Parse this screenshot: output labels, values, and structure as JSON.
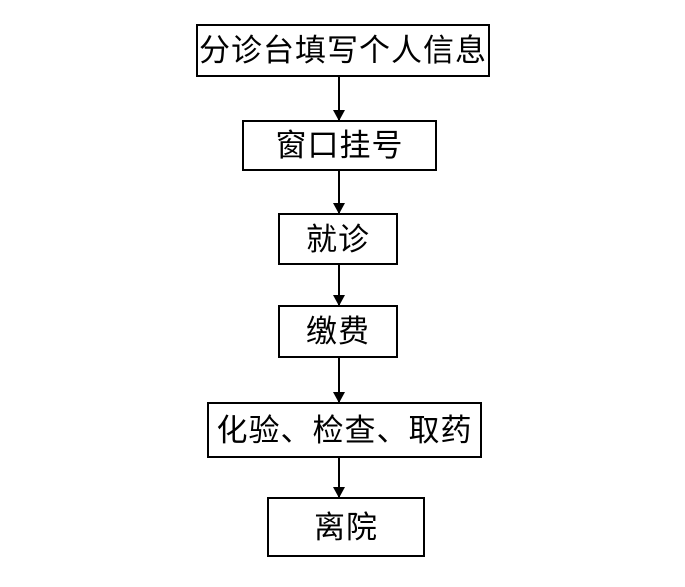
{
  "diagram": {
    "type": "flowchart",
    "flow_direction": "top-down",
    "nodes": [
      {
        "id": "triage-info",
        "label": "分诊台填写个人信息"
      },
      {
        "id": "window-registration",
        "label": "窗口挂号"
      },
      {
        "id": "consultation",
        "label": "就诊"
      },
      {
        "id": "payment",
        "label": "缴费"
      },
      {
        "id": "tests-checkup-medicine",
        "label": "化验、检查、取药"
      },
      {
        "id": "leave-hospital",
        "label": "离院"
      }
    ],
    "connectors": [
      {
        "from": "triage-info",
        "to": "window-registration",
        "style": "arrow-down"
      },
      {
        "from": "window-registration",
        "to": "consultation",
        "style": "arrow-down"
      },
      {
        "from": "consultation",
        "to": "payment",
        "style": "arrow-down"
      },
      {
        "from": "payment",
        "to": "tests-checkup-medicine",
        "style": "arrow-down"
      },
      {
        "from": "tests-checkup-medicine",
        "to": "leave-hospital",
        "style": "arrow-down"
      }
    ],
    "colors": {
      "background": "#ffffff",
      "box_fill": "#ffffff",
      "box_border": "#000000",
      "text": "#000000",
      "arrow": "#000000"
    }
  }
}
